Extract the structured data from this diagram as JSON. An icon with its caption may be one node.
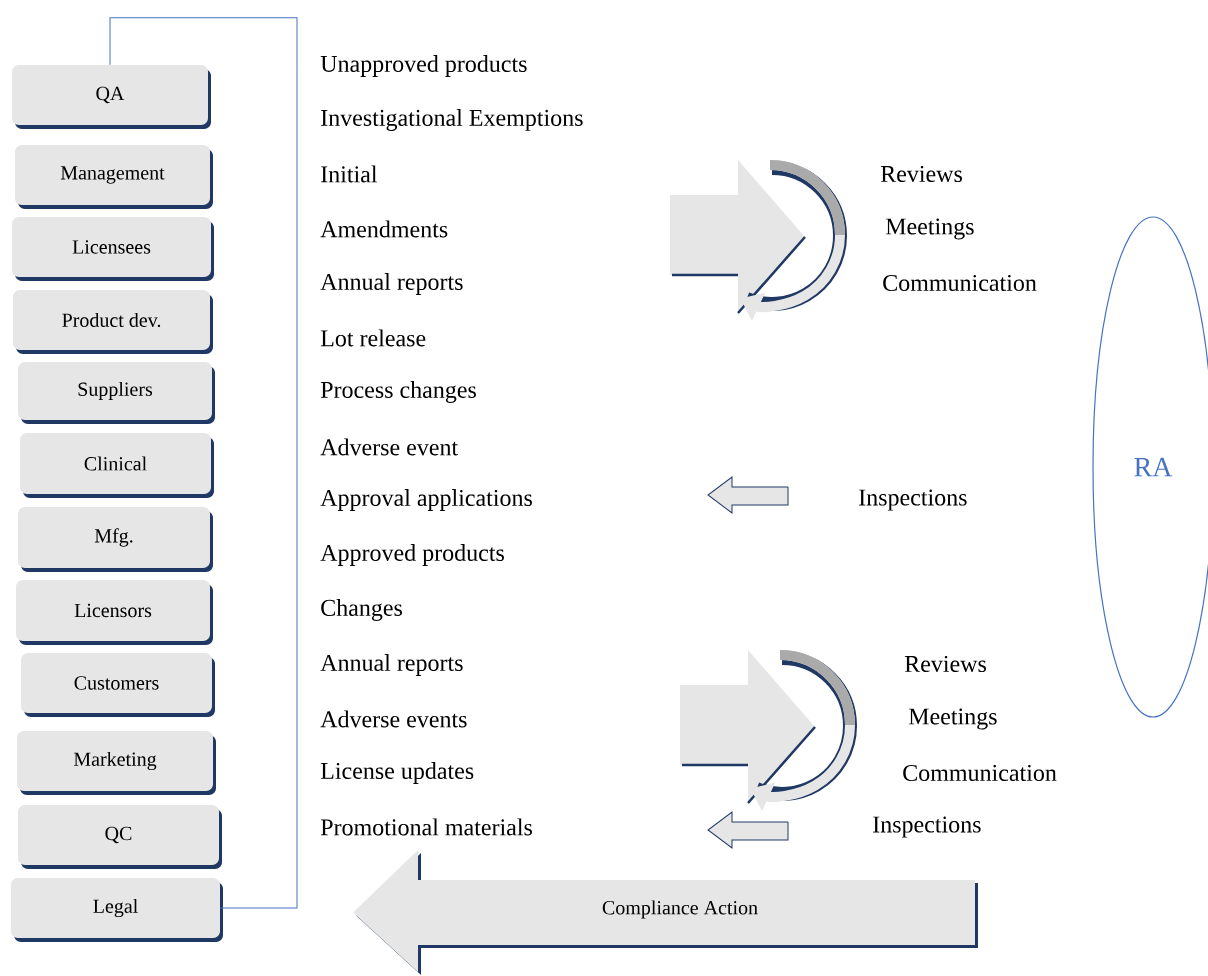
{
  "diagram": {
    "nodes": [
      {
        "text": [
          "QA"
        ]
      },
      {
        "text": [
          "Management"
        ]
      },
      {
        "text": [
          "Licensees"
        ]
      },
      {
        "text": [
          "Product dev."
        ]
      },
      {
        "text": [
          "Suppliers"
        ]
      },
      {
        "text": [
          "Clinical"
        ]
      },
      {
        "text": [
          "Mfg."
        ]
      },
      {
        "text": [
          "Licensors"
        ]
      },
      {
        "text": [
          "Customers"
        ]
      },
      {
        "text": [
          "Marketing"
        ]
      },
      {
        "text": [
          "QC"
        ]
      },
      {
        "text": [
          "Legal"
        ]
      },
      {
        "text": [
          "RA"
        ]
      },
      {
        "text": [
          "Compliance Action"
        ]
      }
    ],
    "edges": [
      {
        "from": 0,
        "to": 11,
        "arrow": "none"
      }
    ],
    "labels": [
      "Unapproved products",
      "Investigational Exemptions",
      "Initial",
      "Reviews",
      "Amendments",
      "Meetings",
      "Annual reports",
      "Communication",
      "Lot release",
      "Process changes",
      "Adverse event",
      "Approval applications",
      "Inspections",
      "Approved products",
      "Changes",
      "Annual reports",
      "Reviews",
      "Adverse events",
      "Meetings",
      "License updates",
      "Communication",
      "Promotional materials",
      "Inspections"
    ]
  }
}
